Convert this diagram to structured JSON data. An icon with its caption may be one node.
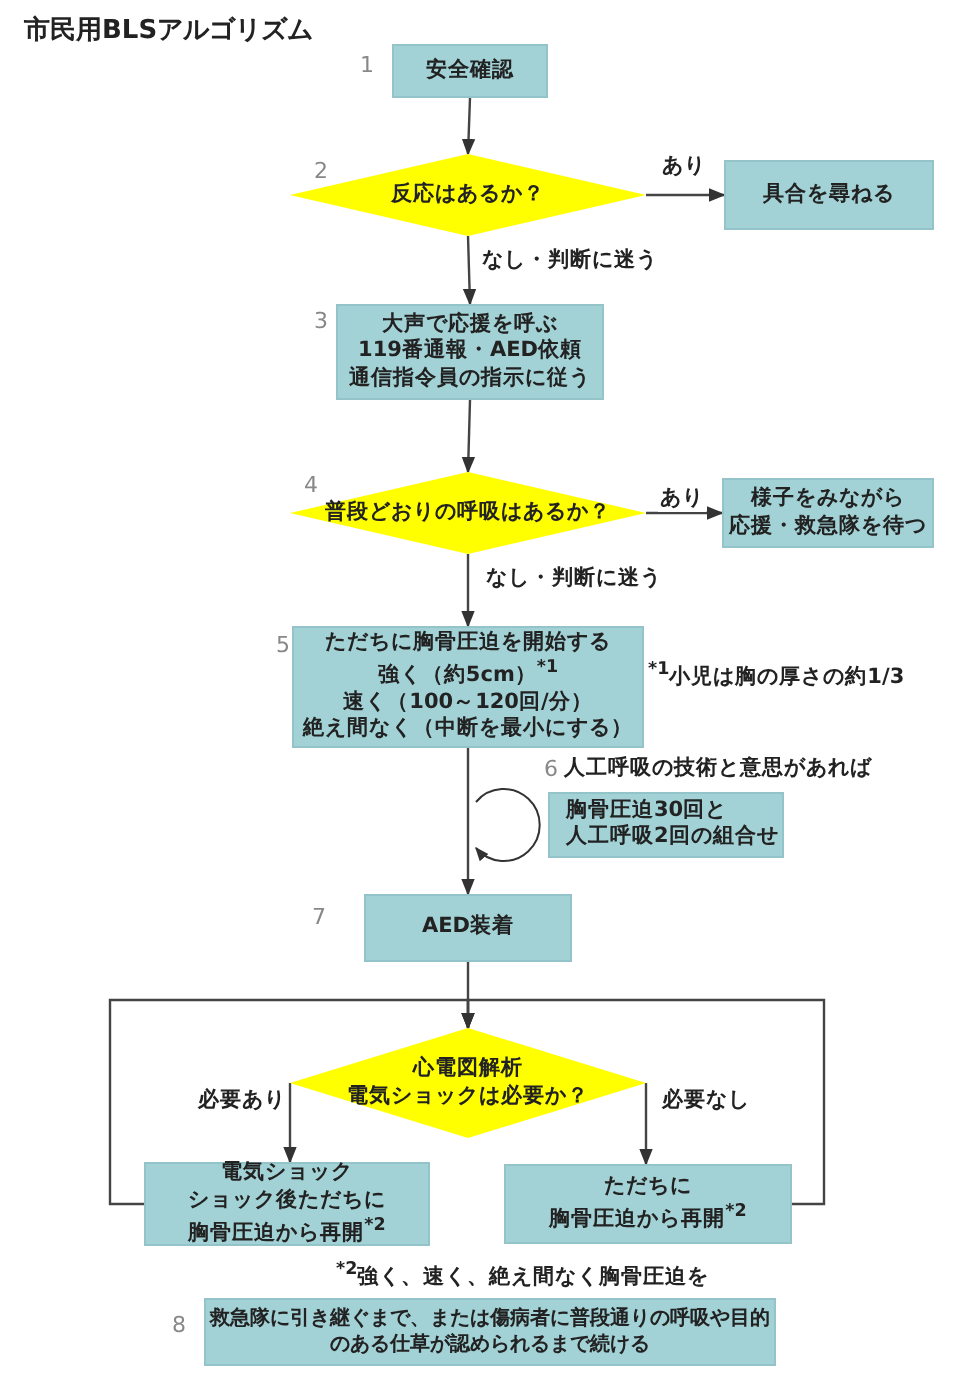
{
  "diagram": {
    "title": "市民用BLSアルゴリズム",
    "nodes": [
      {
        "text": [
          "安全確認"
        ]
      },
      {
        "text": [
          "反応はあるか？"
        ]
      },
      {
        "text": [
          "具合を尋ねる"
        ]
      },
      {
        "text": [
          "大声で応援を呼ぶ",
          "119番通報・AED依頼",
          "通信指令員の指示に従う"
        ]
      },
      {
        "text": [
          "普段どおりの呼吸はあるか？"
        ]
      },
      {
        "text": [
          "様子をみながら",
          "応援・救急隊を待つ"
        ]
      },
      {
        "text": [
          "ただちに胸骨圧迫を開始する",
          "強く（約5cm）$^{*1}$",
          "速く（100～120回/分）",
          "絶え間なく（中断を最小にする）"
        ]
      },
      {
        "text": [
          "人工呼吸の技術と意思があれば",
          "胸骨圧迫30回と",
          "人工呼吸2回の組合せ"
        ]
      },
      {
        "text": [
          "AED装着"
        ]
      },
      {
        "text": [
          "心電図解析",
          "電気ショックは必要か？"
        ]
      },
      {
        "text": [
          "電気ショック",
          "ショック後ただちに",
          "胸骨圧迫から再開$^{*2}$"
        ]
      },
      {
        "text": [
          "ただちに",
          "胸骨圧迫から再開$^{*2}$"
        ]
      },
      {
        "text": [
          "救急隊に引き継ぐまで、または傷病者に普段通りの呼吸や目的のある仕草が認められるまで続ける"
        ]
      }
    ],
    "edges": [
      {
        "from": 0,
        "to": 1,
        "arrow": "to"
      },
      {
        "from": 1,
        "to": 2,
        "arrow": "to",
        "label": "あり"
      },
      {
        "from": 1,
        "to": 3,
        "arrow": "to",
        "label": "なし・判断に迷う"
      },
      {
        "from": 3,
        "to": 4,
        "arrow": "to"
      },
      {
        "from": 4,
        "to": 5,
        "arrow": "to",
        "label": "あり"
      },
      {
        "from": 4,
        "to": 6,
        "arrow": "to",
        "label": "なし・判断に迷う"
      },
      {
        "from": 6,
        "to": 8,
        "arrow": "to"
      },
      {
        "from": 8,
        "to": 9,
        "arrow": "to"
      },
      {
        "from": 9,
        "to": 10,
        "arrow": "to",
        "label": "必要あり"
      },
      {
        "from": 9,
        "to": 11,
        "arrow": "to",
        "label": "必要なし"
      },
      {
        "from": 10,
        "to": 9,
        "arrow": "to"
      },
      {
        "from": 11,
        "to": 9,
        "arrow": "to"
      }
    ],
    "labels": [
      "1",
      "2",
      "3",
      "4",
      "5",
      "6",
      "7",
      "8",
      "$^{*1}$小児は胸の厚さの約1/3",
      "$^{*2}$強く、速く、絶え間なく胸骨圧迫を"
    ]
  }
}
